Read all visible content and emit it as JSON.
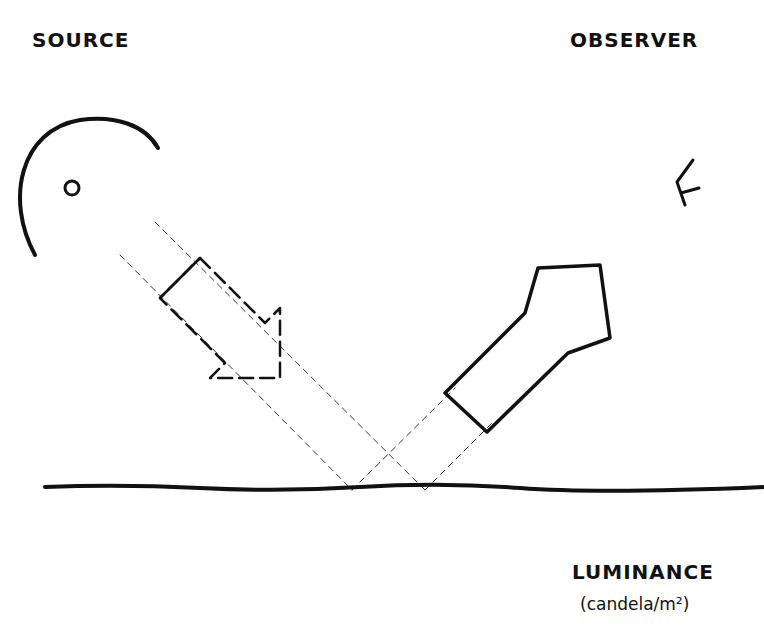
{
  "diagram": {
    "labels": [
      "SOURCE",
      "OBSERVER",
      "LUMINANCE",
      "(candela/m²)"
    ]
  }
}
